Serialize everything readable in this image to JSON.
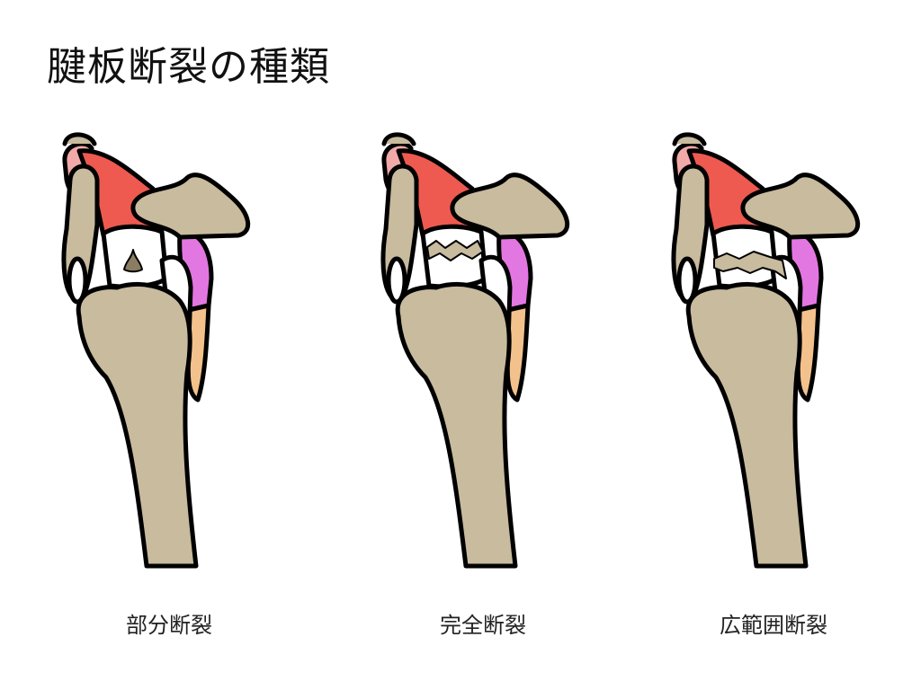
{
  "title": "腱板断裂の種類",
  "figures": [
    {
      "label": "部分断裂",
      "tear": "partial"
    },
    {
      "label": "完全断裂",
      "tear": "complete"
    },
    {
      "label": "広範囲断裂",
      "tear": "massive"
    }
  ],
  "colors": {
    "bone": "#c8bb9e",
    "muscle": "#ee5a50",
    "muscle_back": "#f2aaa8",
    "bursa": "#e377e1",
    "tendon": "#f3c28c"
  }
}
